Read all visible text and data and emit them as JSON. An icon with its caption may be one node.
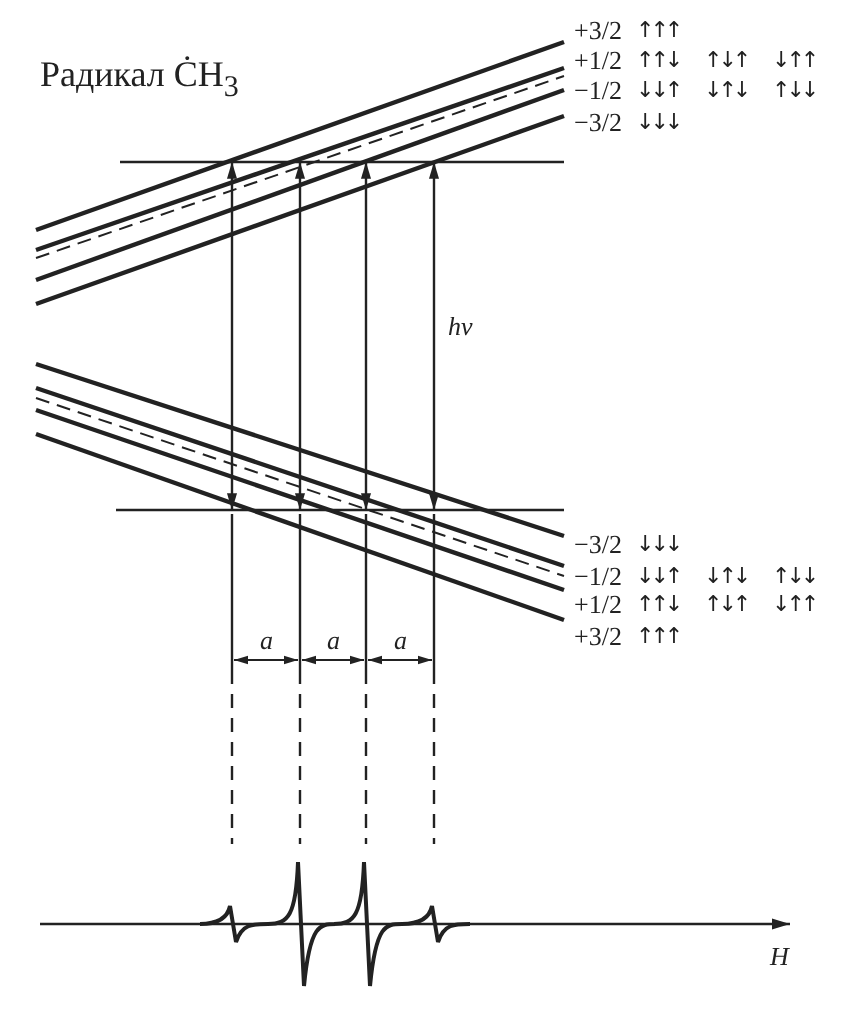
{
  "diagram": {
    "labels": [
      "Радикал ĊH$_{3}$",
      "+3/2",
      "↑↑↑",
      "+1/2",
      "↑↑↓",
      "↑↓↑",
      "↓↑↑",
      "−1/2",
      "↓↓↑",
      "↓↑↓",
      "↑↓↓",
      "−3/2",
      "↓↓↓",
      "hν",
      "−3/2",
      "↓↓↓",
      "−1/2",
      "↓↓↑",
      "↓↑↓",
      "↑↓↓",
      "+1/2",
      "↑↑↓",
      "↑↓↑",
      "↓↑↑",
      "+3/2",
      "↑↑↑",
      "a",
      "a",
      "a",
      "H"
    ]
  }
}
